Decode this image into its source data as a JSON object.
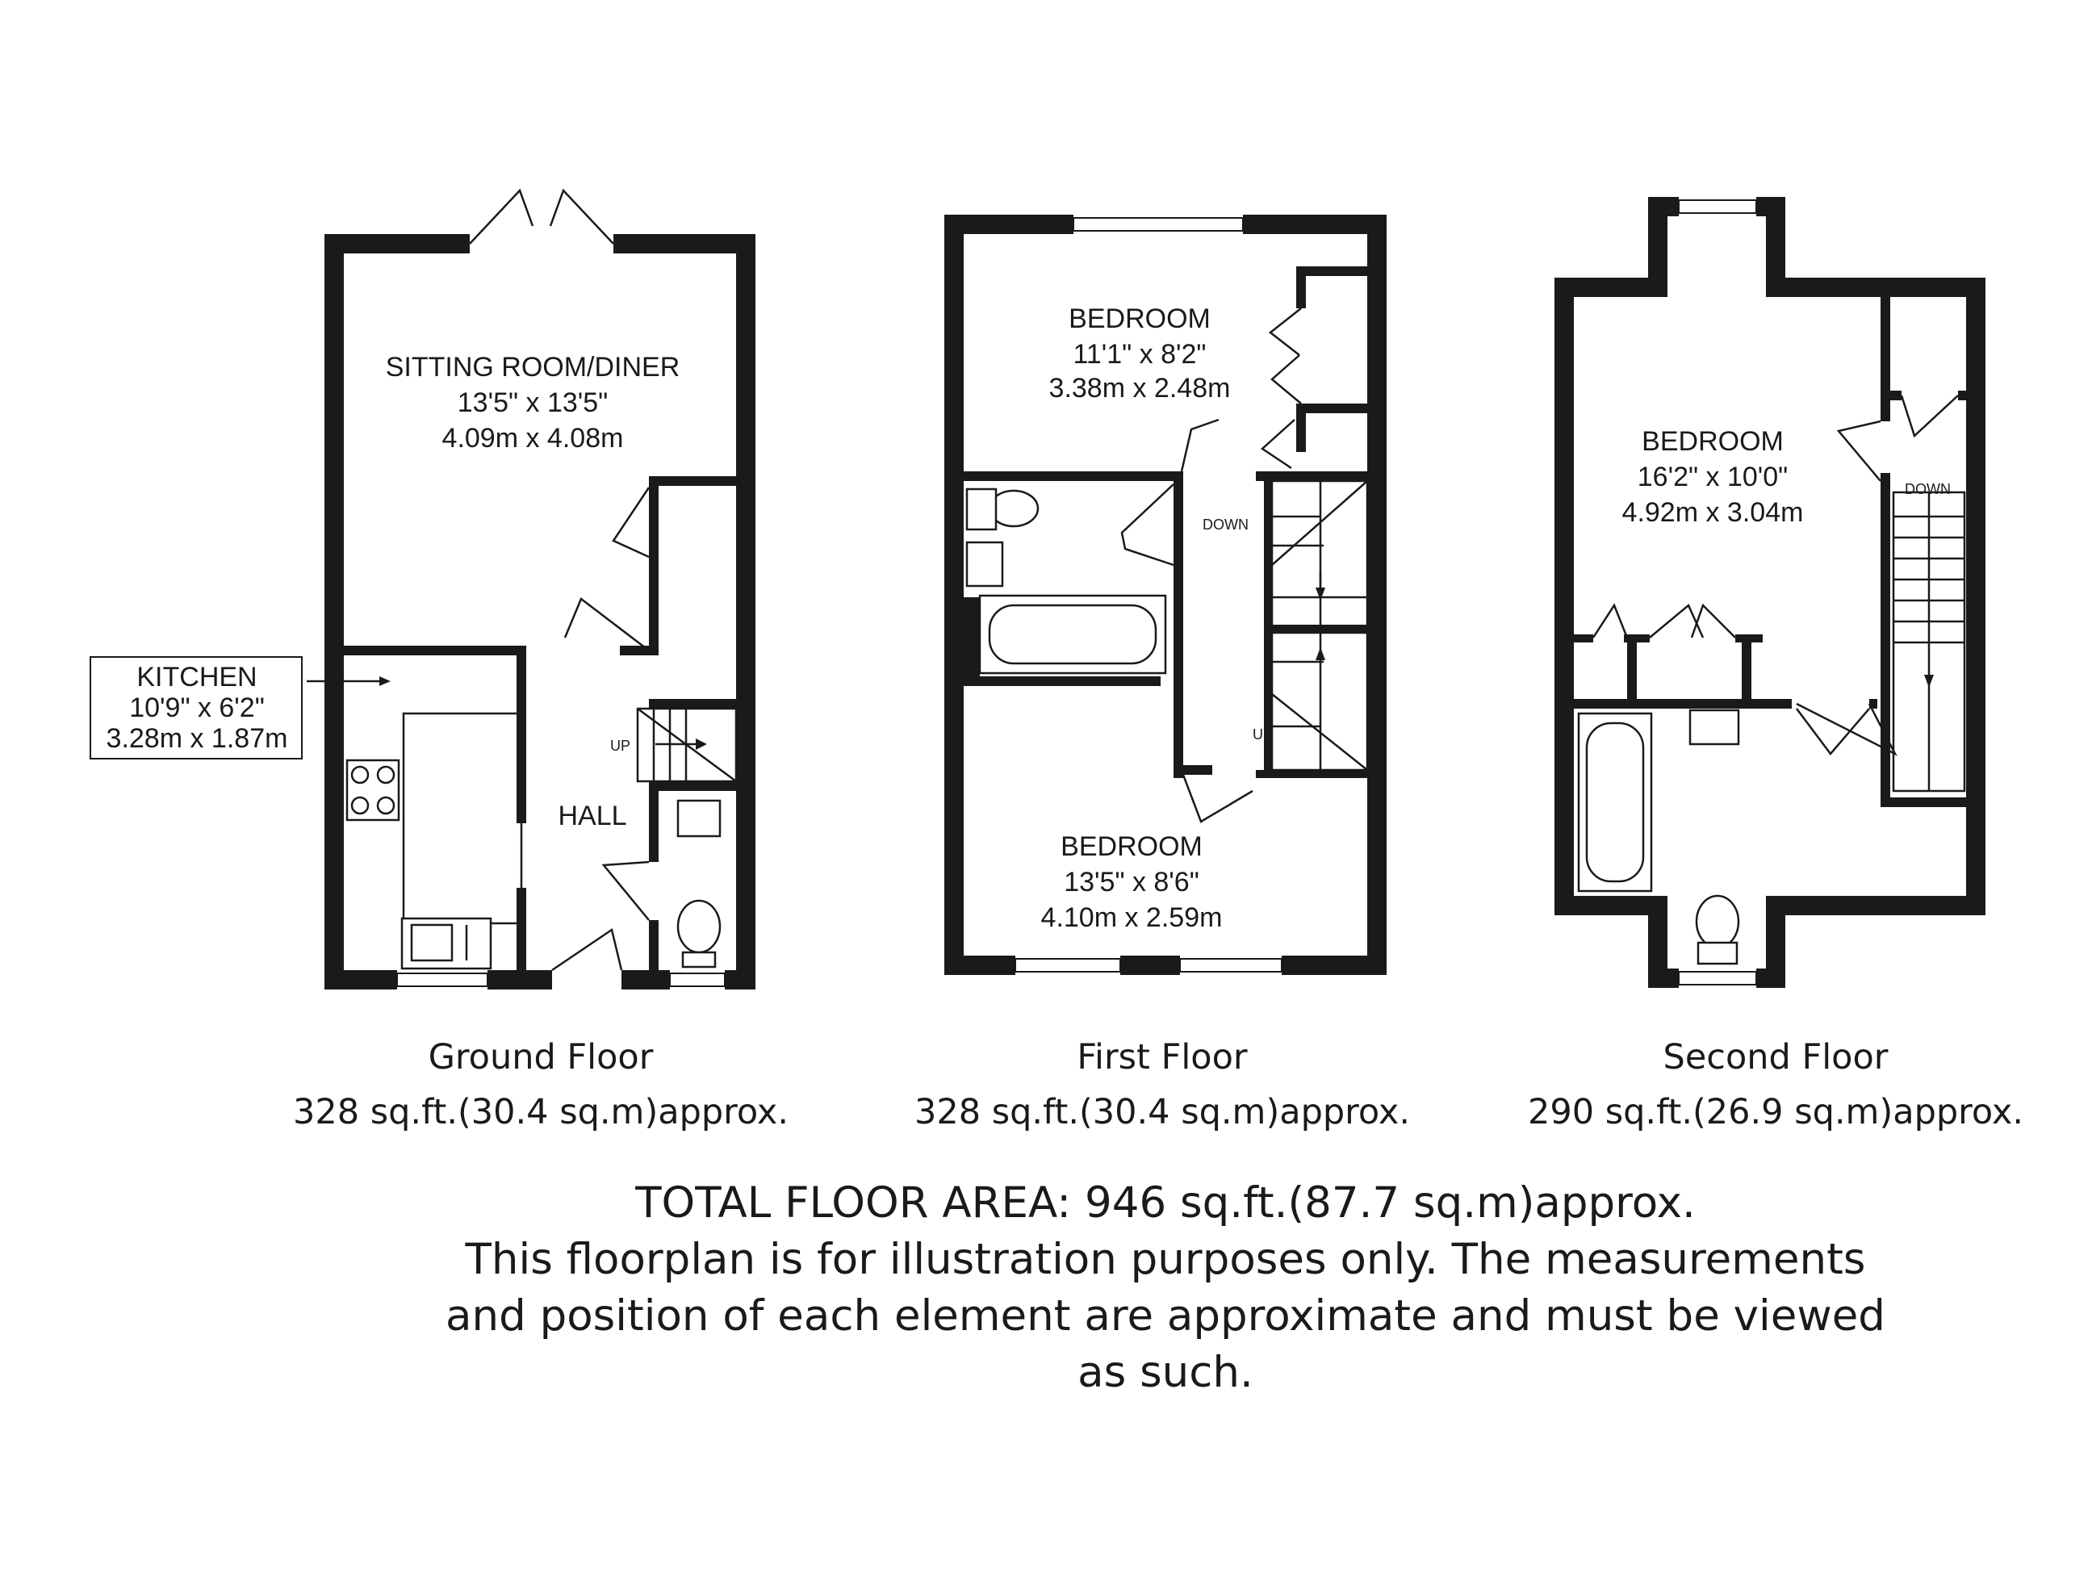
{
  "ground_floor": {
    "sitting_room": {
      "name": "SITTING ROOM/DINER",
      "imperial": "13'5\" x 13'5\"",
      "metric": "4.09m x 4.08m"
    },
    "kitchen": {
      "name": "KITCHEN",
      "imperial": "10'9\" x 6'2\"",
      "metric": "3.28m x 1.87m"
    },
    "hall": {
      "name": "HALL"
    },
    "stair_label": "UP",
    "caption": "Ground Floor",
    "area": "328 sq.ft.(30.4 sq.m)approx."
  },
  "first_floor": {
    "bedroom_a": {
      "name": "BEDROOM",
      "imperial": "11'1\" x 8'2\"",
      "metric": "3.38m x 2.48m"
    },
    "bedroom_b": {
      "name": "BEDROOM",
      "imperial": "13'5\" x 8'6\"",
      "metric": "4.10m x 2.59m"
    },
    "stair_down": "DOWN",
    "stair_up": "UP",
    "caption": "First Floor",
    "area": "328 sq.ft.(30.4 sq.m)approx."
  },
  "second_floor": {
    "bedroom": {
      "name": "BEDROOM",
      "imperial": "16'2\" x 10'0\"",
      "metric": "4.92m x 3.04m"
    },
    "stair_down": "DOWN",
    "caption": "Second Floor",
    "area": "290 sq.ft.(26.9 sq.m)approx."
  },
  "footer": {
    "total": "TOTAL FLOOR AREA: 946 sq.ft.(87.7 sq.m)approx.",
    "line1": "This floorplan is for illustration purposes only. The measurements",
    "line2": "and position of each element are approximate and must be viewed",
    "line3": "as such."
  }
}
